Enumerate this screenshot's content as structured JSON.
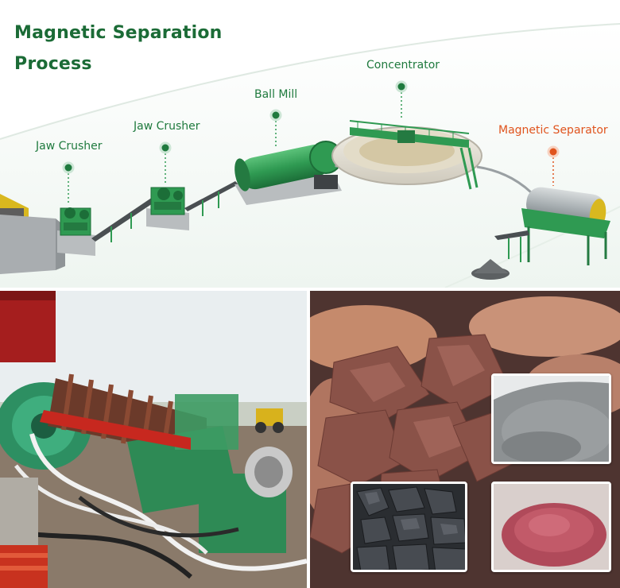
{
  "title": {
    "line1": "Magnetic Separation",
    "line2": "Process"
  },
  "stages": [
    {
      "id": "jaw-crusher-1",
      "label": "Jaw Crusher"
    },
    {
      "id": "jaw-crusher-2",
      "label": "Jaw Crusher"
    },
    {
      "id": "ball-mill",
      "label": "Ball Mill"
    },
    {
      "id": "concentrator",
      "label": "Concentrator"
    },
    {
      "id": "magnetic-separator",
      "label": "Magnetic Separator"
    }
  ],
  "colors": {
    "title": "#1b6b36",
    "label": "#1f7a3e",
    "accent": "#e0541e",
    "machine_green": "#2f9a52",
    "machine_dark": "#1c6e38"
  }
}
